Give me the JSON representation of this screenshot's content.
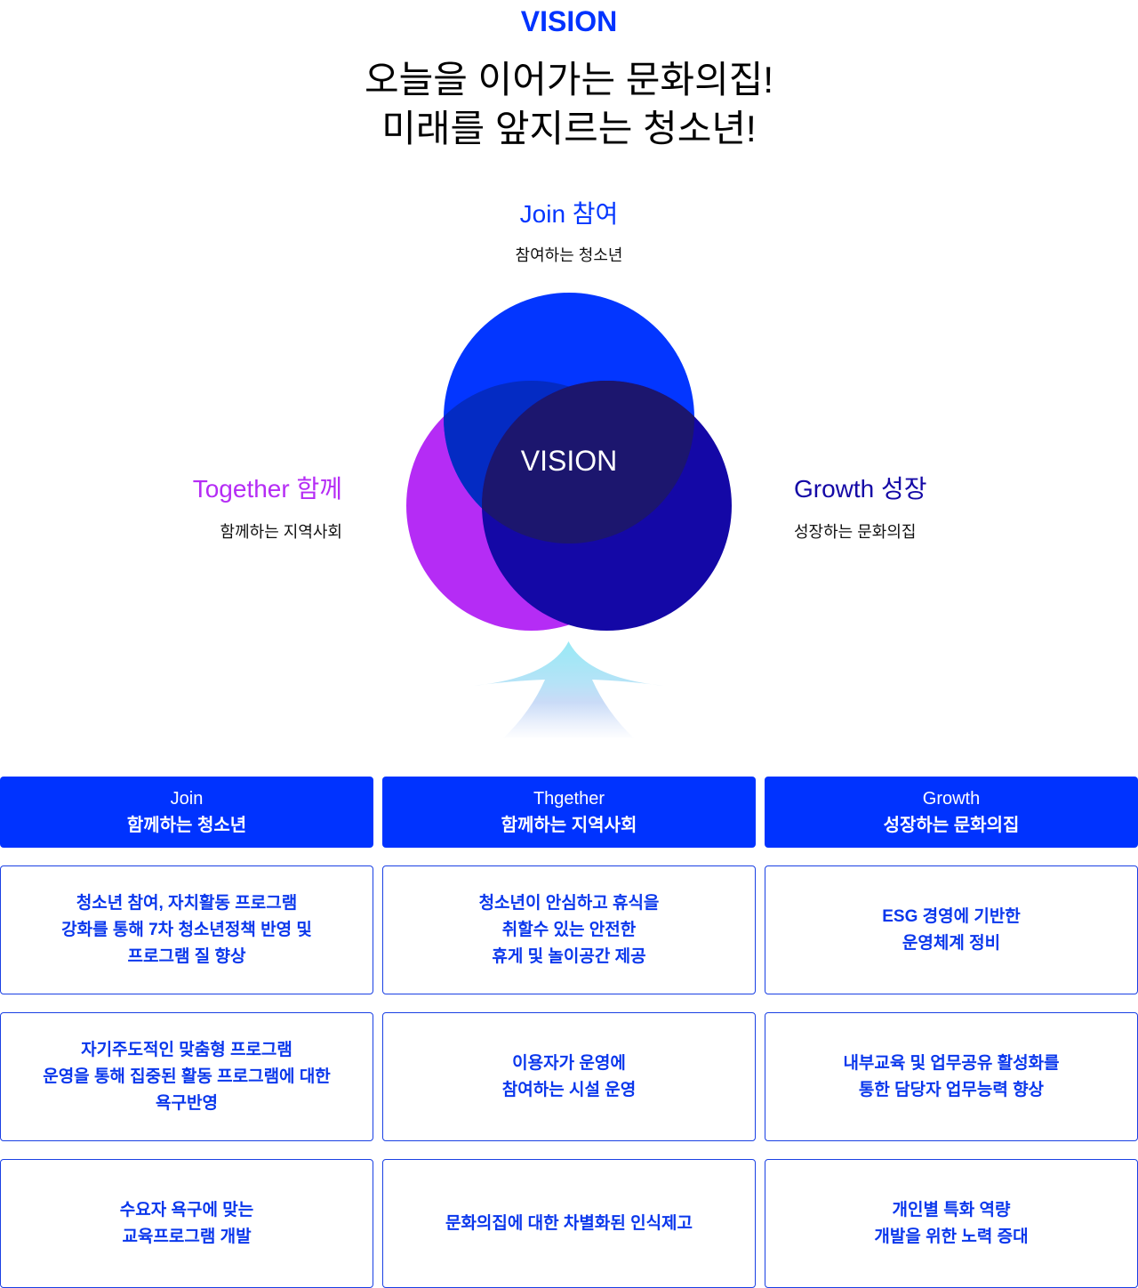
{
  "header": {
    "section_label": "VISION",
    "headline": [
      "오늘을 이어가는 문화의집!",
      "미래를 앞지르는 청소년!"
    ]
  },
  "venn": {
    "center_label": "VISION",
    "arrow_icon": "arrow-up-icon",
    "join": {
      "title": "Join 참여",
      "subtitle": "참여하는 청소년"
    },
    "together": {
      "title": "Together 함께",
      "subtitle": "함께하는 지역사회"
    },
    "growth": {
      "title": "Growth 성장",
      "subtitle": "성장하는 문화의집"
    }
  },
  "goals": {
    "columns": [
      {
        "name": "Join",
        "subtitle": "함께하는 청소년",
        "items": [
          "청소년 참여, 자치활동 프로그램\n강화를 통해 7차 청소년정책 반영 및\n프로그램 질 향상",
          "자기주도적인 맞춤형 프로그램\n운영을 통해 집중된 활동 프로그램에 대한\n욕구반영",
          "수요자 욕구에 맞는\n교육프로그램 개발"
        ]
      },
      {
        "name": "Thgether",
        "subtitle": "함께하는 지역사회",
        "items": [
          "청소년이 안심하고 휴식을\n취할수 있는 안전한\n휴게 및 놀이공간 제공",
          "이용자가 운영에\n참여하는 시설 운영",
          "문화의집에 대한 차별화된 인식제고"
        ]
      },
      {
        "name": "Growth",
        "subtitle": "성장하는 문화의집",
        "items": [
          "ESG 경영에 기반한\n운영체계 정비",
          "내부교육 및 업무공유 활성화를\n통한 담당자 업무능력 향상",
          "개인별 특화 역량\n개발을 위한 노력 증대"
        ]
      }
    ]
  },
  "colors": {
    "brand_blue": "#0033ff",
    "join_blue": "#0336ff",
    "together_purple": "#b52cf5",
    "growth_navy": "#1408a6",
    "overlap_join_together": "#042bc3",
    "overlap_join_growth": "#1c166e",
    "arrow_top": "#98e9f5",
    "arrow_upper": "#b5e3f7",
    "arrow_mid": "#c9dbf7",
    "arrow_low": "#ebf1fc",
    "arrow_bottom": "#ffffff",
    "cell_text": "#0a37ec",
    "cell_border": "#1a40e4",
    "body_text": "#111111",
    "headline_text": "#000000",
    "on_blue_text": "#ffffff"
  }
}
